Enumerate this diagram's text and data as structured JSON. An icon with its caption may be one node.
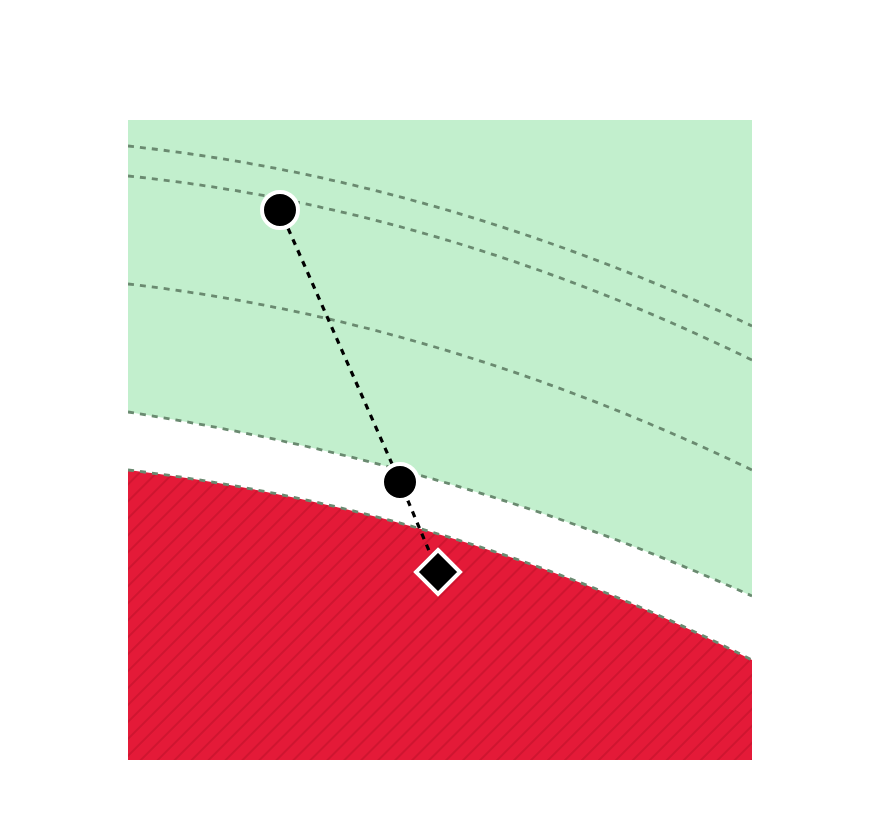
{
  "diagram": {
    "nodes": [
      {
        "text": [],
        "shape": "circle"
      },
      {
        "text": [],
        "shape": "circle"
      },
      {
        "text": [],
        "shape": "diamond"
      }
    ],
    "edges": [
      {
        "from": 0,
        "to": 1,
        "arrow": "none",
        "style": "dashed"
      },
      {
        "from": 1,
        "to": 2,
        "arrow": "none",
        "style": "dashed"
      }
    ]
  }
}
